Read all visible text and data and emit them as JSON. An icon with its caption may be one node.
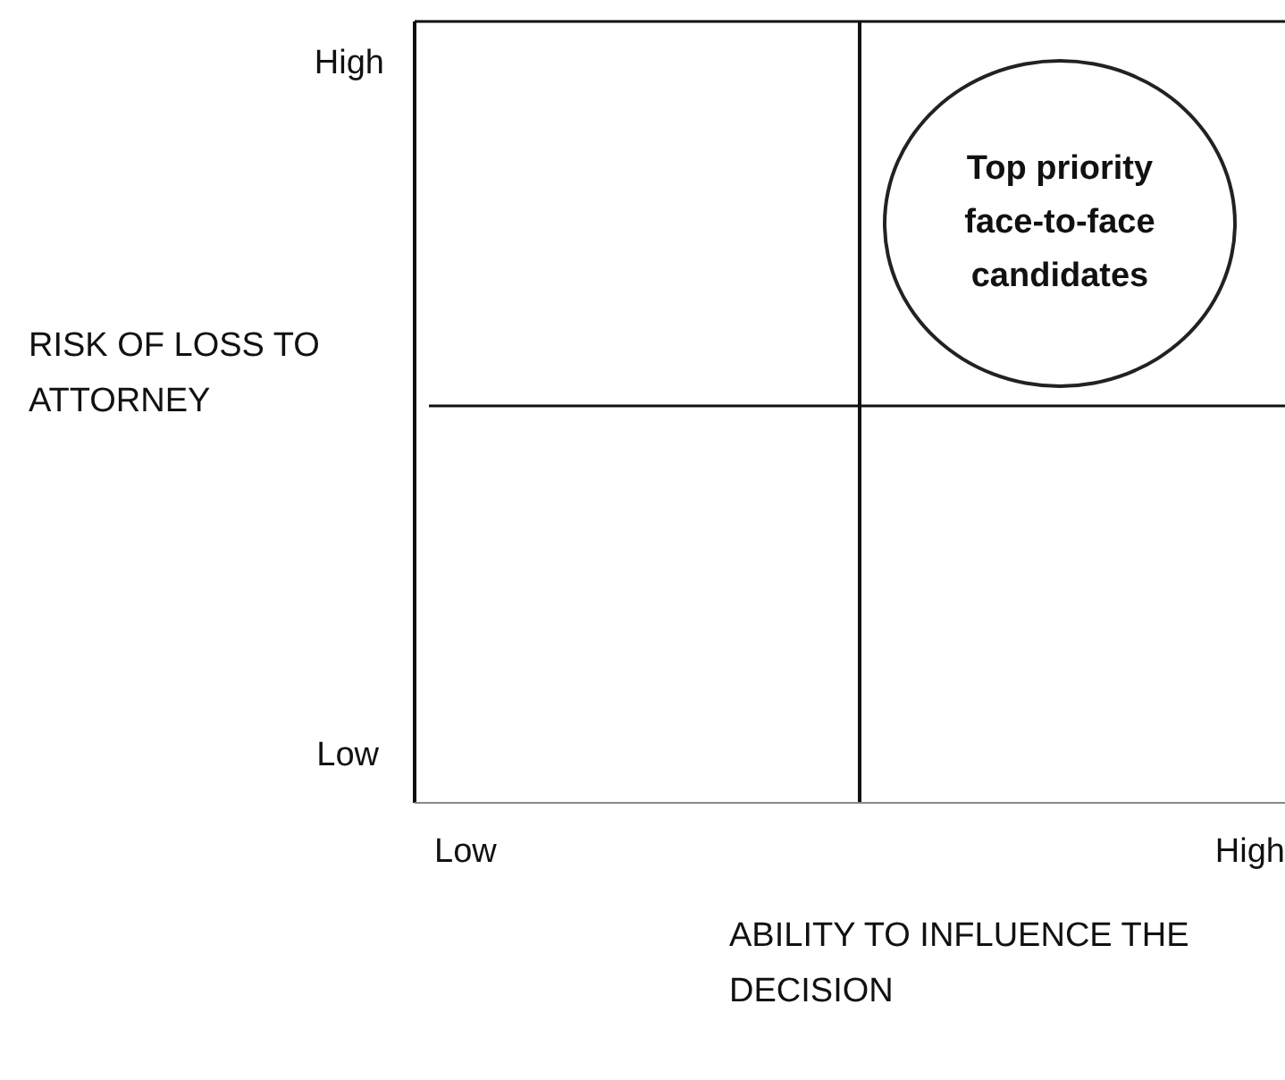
{
  "diagram": {
    "nodes": [
      {
        "text": [
          "Top priority face-to-face candidates"
        ]
      }
    ],
    "labels": [
      "High",
      "RISK OF LOSS TO ATTORNEY",
      "Low",
      "Low",
      "High",
      "ABILITY TO INFLUENCE THE DECISION"
    ]
  }
}
